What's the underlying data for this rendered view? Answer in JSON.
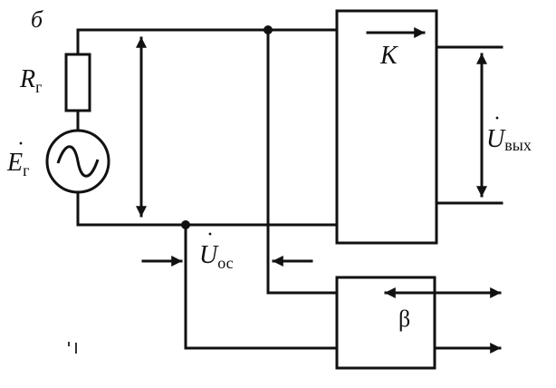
{
  "labels": {
    "panel": "б",
    "resistor_main": "R",
    "resistor_sub": "г",
    "source_main": "E",
    "source_sub": "г",
    "amplifier": "K",
    "output_voltage_main": "U",
    "output_voltage_sub": "вых",
    "feedback_voltage_main": "U",
    "feedback_voltage_sub": "ос",
    "feedback_network": "β"
  }
}
